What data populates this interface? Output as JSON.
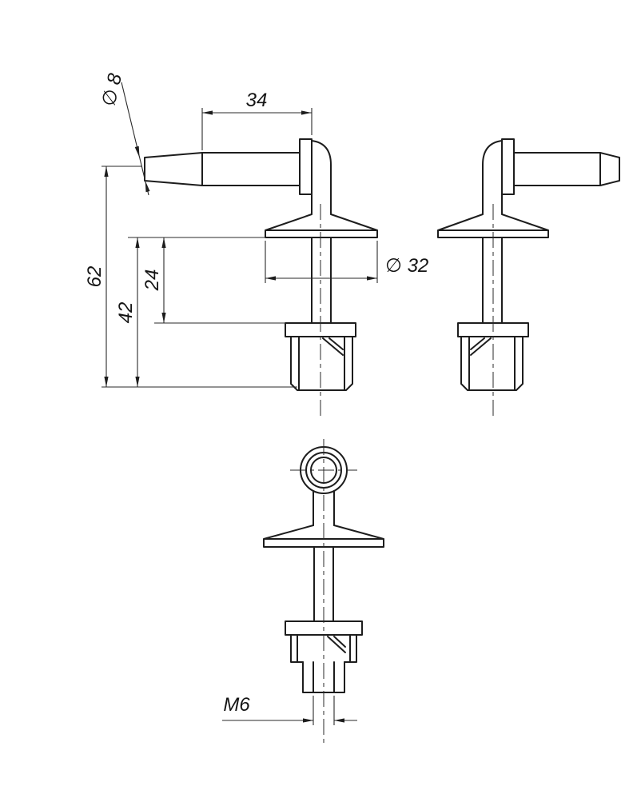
{
  "drawing": {
    "type": "technical-drawing",
    "background_color": "#ffffff",
    "stroke_color": "#1d1d1d",
    "dimension_color": "#2a2a2a",
    "views": {
      "front": "front-view-with-dimensions",
      "side": "side-view",
      "bottom": "axial-view"
    }
  },
  "dimensions": {
    "handle_diameter": "∅ 8",
    "handle_length": "34",
    "total_height": "62",
    "lower_height": "42",
    "stem_height": "24",
    "flange_diameter": "∅ 32",
    "thread": "M6"
  }
}
